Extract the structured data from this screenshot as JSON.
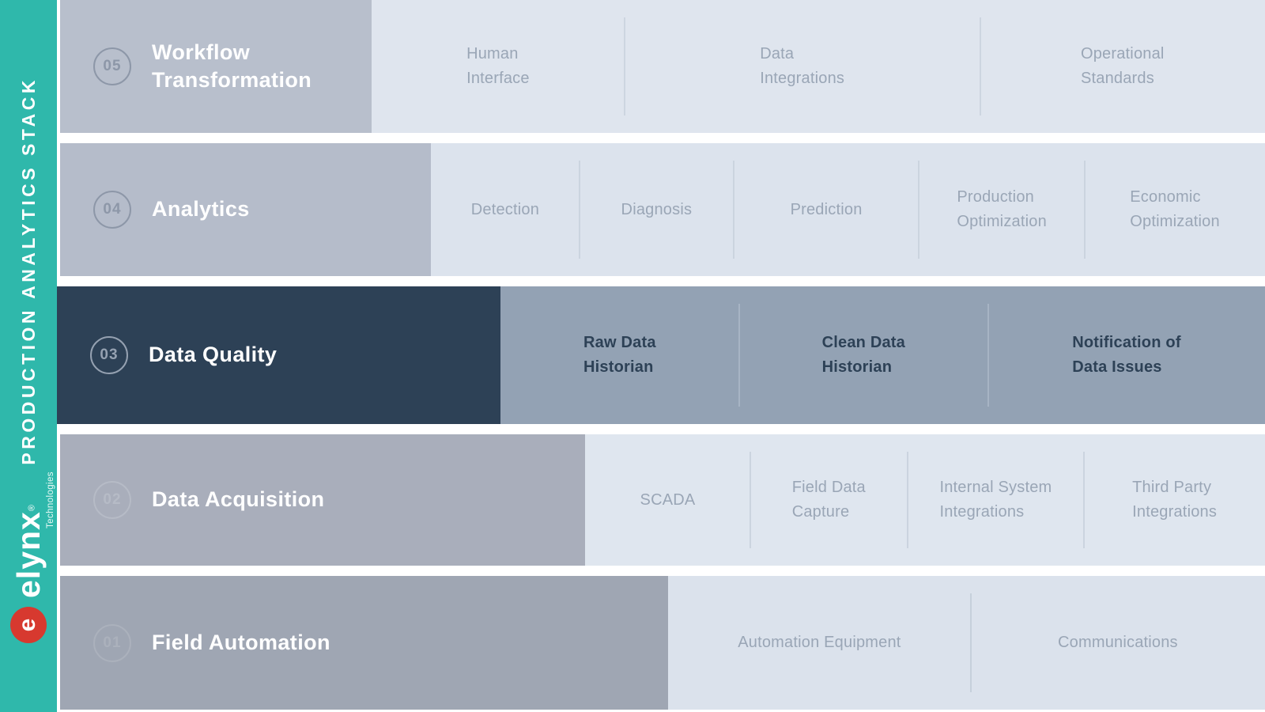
{
  "sidebar": {
    "title": "PRODUCTION ANALYTICS STACK",
    "logo": {
      "monogram": "e",
      "brand": "elynx",
      "registered": "®",
      "subtitle": "Technologies"
    }
  },
  "colors": {
    "teal": "#2FB8AB",
    "logo_red": "#D7392F",
    "highlight_navy": "#2D4156",
    "gap_white": "#FFFFFF"
  },
  "rows": [
    {
      "number": "05",
      "title": "Workflow Transformation",
      "items": [
        "Human\nInterface",
        "Data\nIntegrations",
        "Operational\nStandards"
      ],
      "colors": {
        "bar": "#B8BFCC",
        "sub": "#DFE5EE",
        "circle": "#8D97A8",
        "item_text": "#9AA6B6",
        "divider": "#CDD5E0"
      }
    },
    {
      "number": "04",
      "title": "Analytics",
      "items": [
        "Detection",
        "Diagnosis",
        "Prediction",
        "Production\nOptimization",
        "Economic\nOptimization"
      ],
      "colors": {
        "bar": "#B5BCCA",
        "sub": "#DCE3ED",
        "circle": "#8D97A8",
        "item_text": "#9AA6B6",
        "divider": "#CBD4DF"
      }
    },
    {
      "number": "03",
      "title": "Data Quality",
      "highlighted": true,
      "items": [
        "Raw Data\nHistorian",
        "Clean Data\nHistorian",
        "Notification of\nData Issues"
      ],
      "colors": {
        "bar": "#2D4156",
        "sub": "#93A2B4",
        "circle": "#95A1B1",
        "item_text": "#2D4156",
        "divider": "#A7B4C4"
      }
    },
    {
      "number": "02",
      "title": "Data Acquisition",
      "items": [
        "SCADA",
        "Field Data\nCapture",
        "Internal System\nIntegrations",
        "Third Party\nIntegrations"
      ],
      "colors": {
        "bar": "#A9AEBB",
        "sub": "#DFE6EF",
        "circle": "#B6BBC6",
        "item_text": "#9AA6B6",
        "divider": "#CBD4DF"
      }
    },
    {
      "number": "01",
      "title": "Field Automation",
      "items": [
        "Automation Equipment",
        "Communications"
      ],
      "colors": {
        "bar": "#9FA6B3",
        "sub": "#DBE2EC",
        "circle": "#ABB1BC",
        "item_text": "#9AA6B6",
        "divider": "#C6D0DB"
      }
    }
  ]
}
